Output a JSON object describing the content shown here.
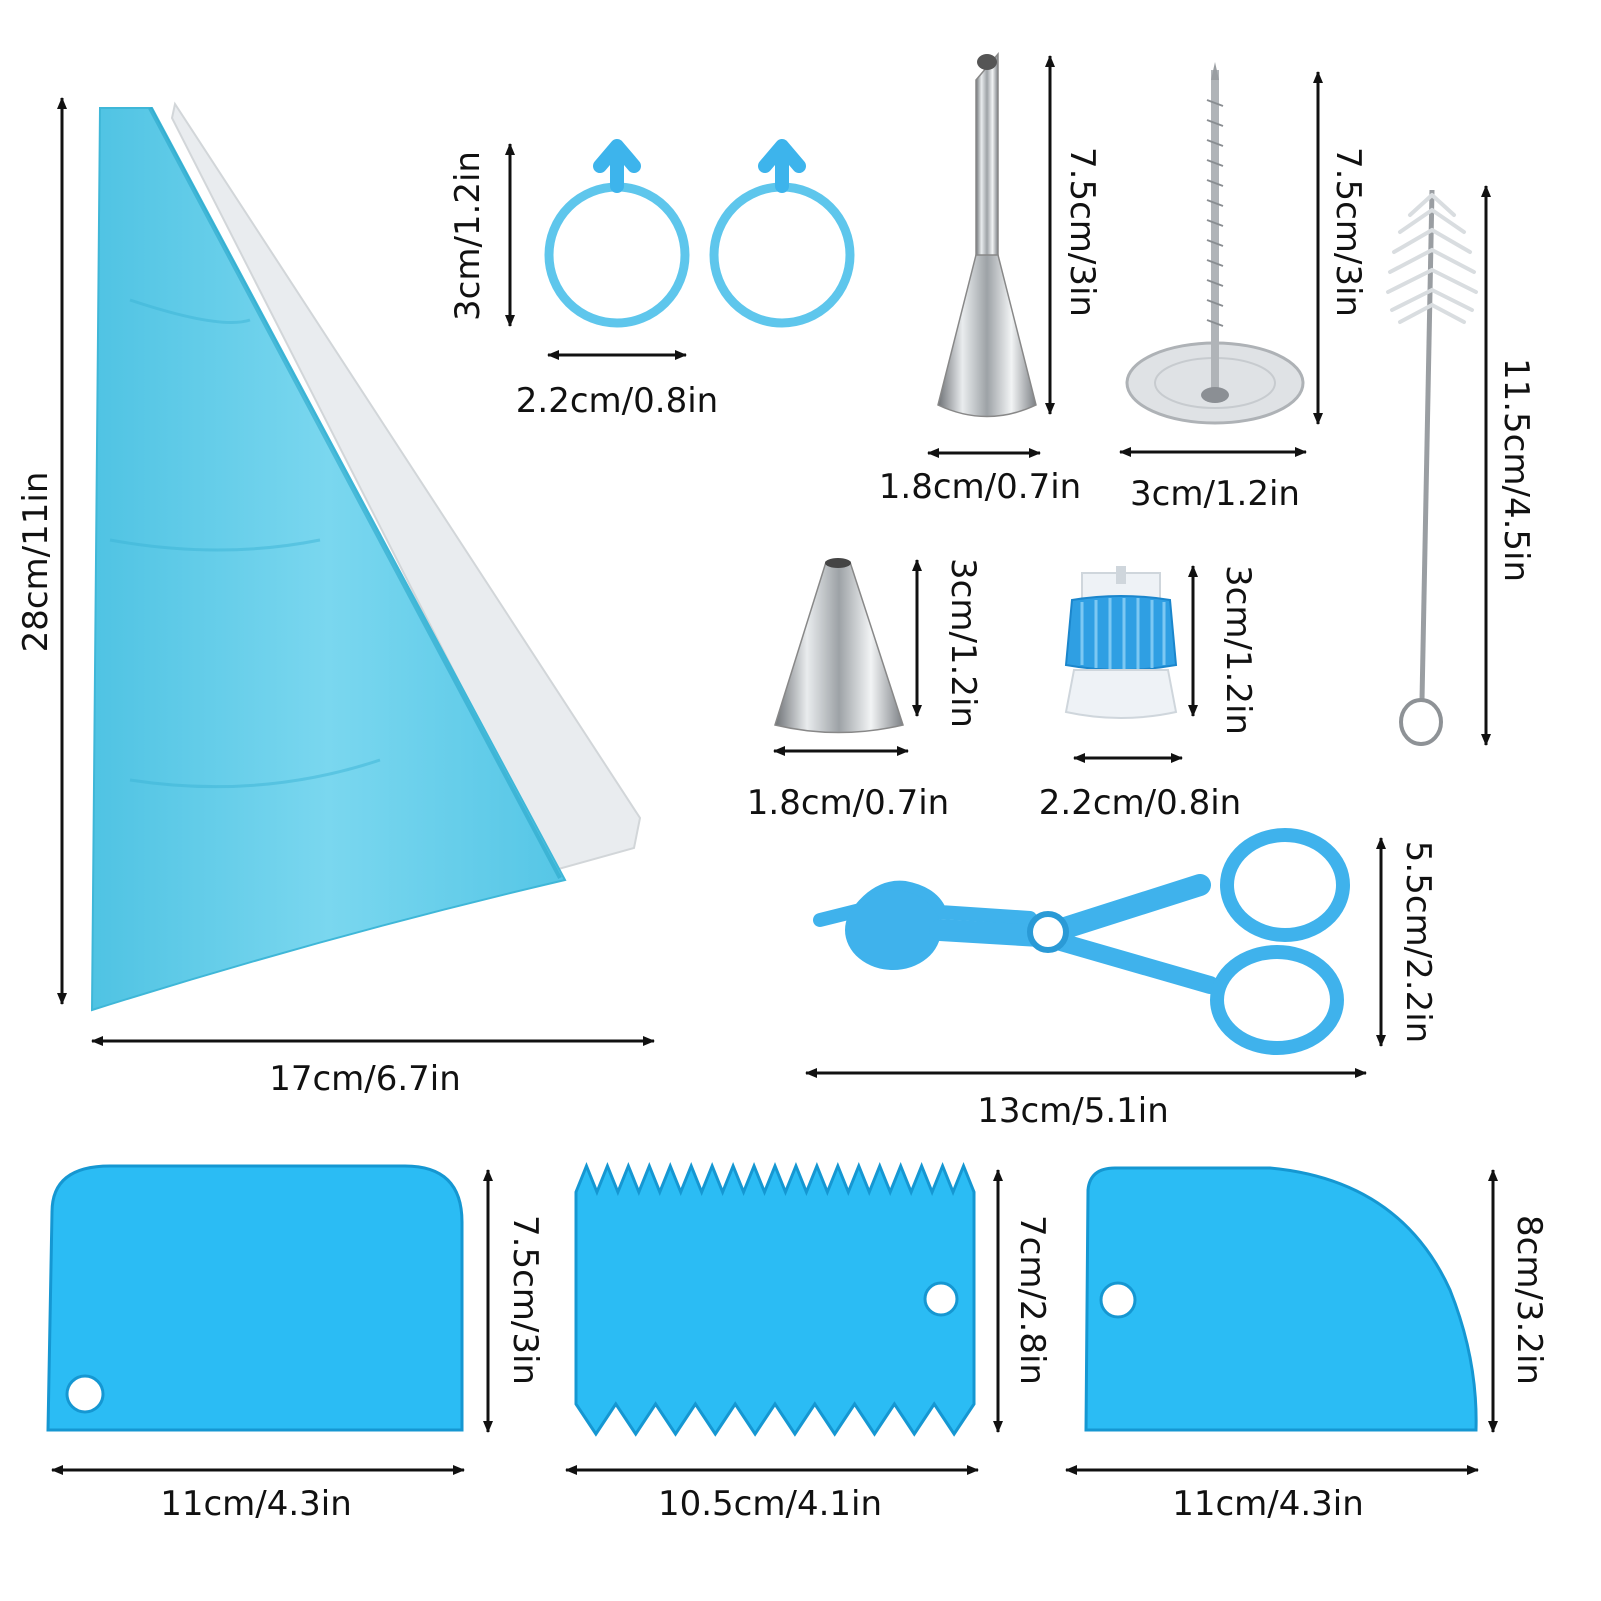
{
  "colors": {
    "bag_blue": "#5ccbe8",
    "plastic_blue": "#2bbcf4",
    "tool_blue": "#3fb2ec",
    "steel": "#b8bcc0",
    "arrow": "#111111"
  },
  "items": {
    "piping_bag": {
      "height_label": "28cm/11in",
      "width_label": "17cm/6.7in"
    },
    "rings": {
      "height_label": "3cm/1.2in",
      "width_label": "2.2cm/0.8in"
    },
    "long_nozzle": {
      "height_label": "7.5cm/3in",
      "width_label": "1.8cm/0.7in"
    },
    "flower_nail": {
      "height_label": "7.5cm/3in",
      "width_label": "3cm/1.2in"
    },
    "cleaning_brush": {
      "height_label": "11.5cm/4.5in"
    },
    "round_tip": {
      "height_label": "3cm/1.2in",
      "width_label": "1.8cm/0.7in"
    },
    "coupler": {
      "height_label": "3cm/1.2in",
      "width_label": "2.2cm/0.8in"
    },
    "flower_lifter": {
      "height_label": "5.5cm/2.2in",
      "width_label": "13cm/5.1in"
    },
    "scraper_round": {
      "height_label": "7.5cm/3in",
      "width_label": "11cm/4.3in"
    },
    "scraper_comb": {
      "height_label": "7cm/2.8in",
      "width_label": "10.5cm/4.1in"
    },
    "scraper_curve": {
      "height_label": "8cm/3.2in",
      "width_label": "11cm/4.3in"
    }
  }
}
